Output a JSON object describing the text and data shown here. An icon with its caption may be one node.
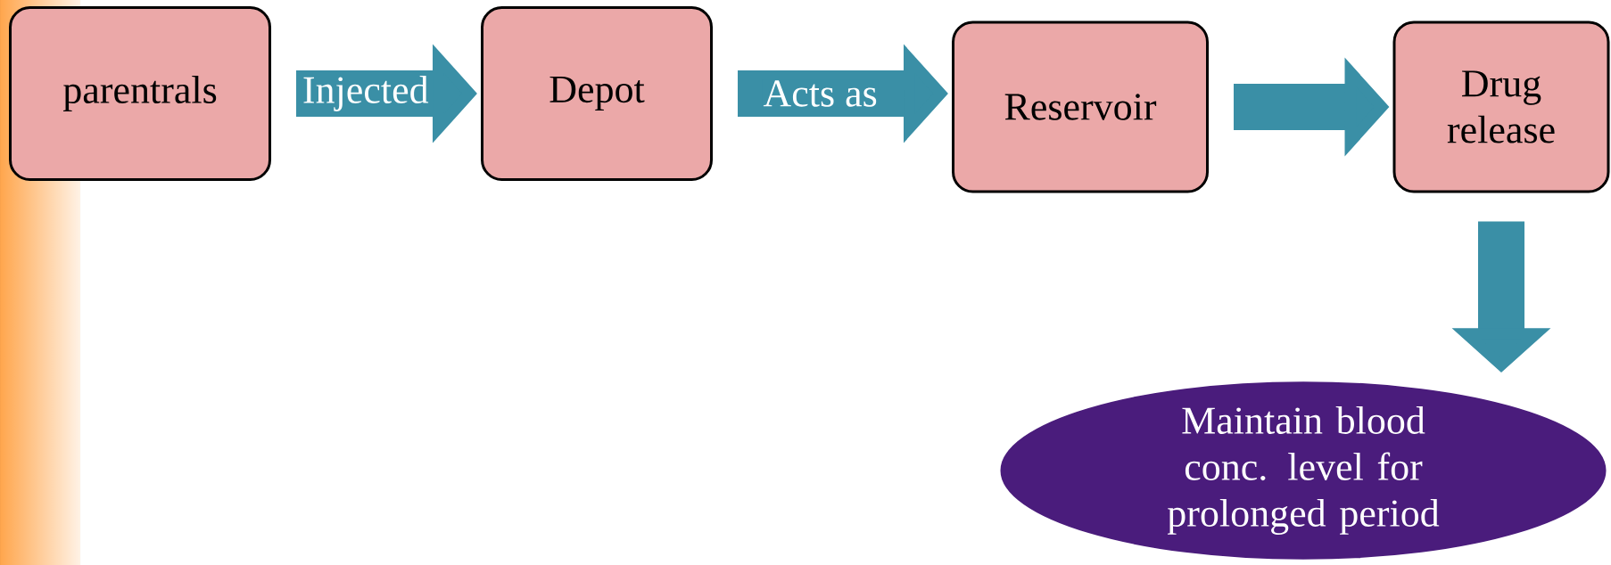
{
  "diagram": {
    "nodes": [
      {
        "text": [
          "parentrals"
        ]
      },
      {
        "text": [
          "Depot"
        ]
      },
      {
        "text": [
          "Reservoir"
        ]
      },
      {
        "text": [
          "Drug release"
        ]
      },
      {
        "text": [
          "Maintain blood conc. level for prolonged period"
        ]
      }
    ],
    "edges": [
      {
        "from": 0,
        "to": 1,
        "arrow": "to",
        "label": "Injected"
      },
      {
        "from": 1,
        "to": 2,
        "arrow": "to",
        "label": "Acts as"
      },
      {
        "from": 2,
        "to": 3,
        "arrow": "to"
      },
      {
        "from": 3,
        "to": 4,
        "arrow": "to"
      }
    ]
  }
}
